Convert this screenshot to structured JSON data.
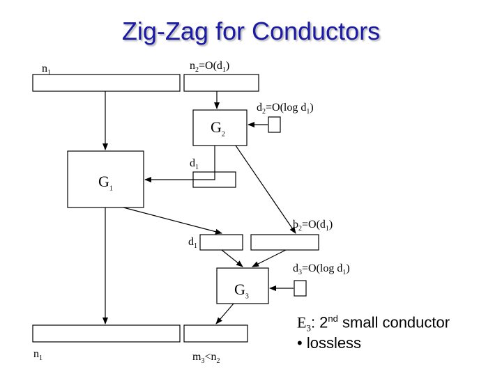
{
  "title": "Zig-Zag for Conductors",
  "labels": {
    "n1_top": {
      "base": "n",
      "sub": "1"
    },
    "n2_eq": {
      "a": "n",
      "a_sub": "2",
      "b": "=O(d",
      "b_sub": "1",
      "c": ")"
    },
    "d2_eq": {
      "a": "d",
      "a_sub": "2",
      "b": "=O(log  d",
      "b_sub": "1",
      "c": ")"
    },
    "G2": {
      "base": "G",
      "sub": "2"
    },
    "d1_mid": {
      "base": "d",
      "sub": "1"
    },
    "G1": {
      "base": "G",
      "sub": "1"
    },
    "b2_eq": {
      "a": "b",
      "a_sub": "2",
      "b": "=O(d",
      "b_sub": "1",
      "c": ")"
    },
    "d1_low": {
      "base": "d",
      "sub": "1"
    },
    "d3_eq": {
      "a": "d",
      "a_sub": "3",
      "b": "=O(log  d",
      "b_sub": "1",
      "c": ")"
    },
    "G3": {
      "base": "G",
      "sub": "3"
    },
    "n1_bottom": {
      "base": "n",
      "sub": "1"
    },
    "m3": {
      "a": "m",
      "a_sub": "3",
      "b": "<n",
      "b_sub": "2"
    }
  },
  "note": {
    "line1_a": "E",
    "line1_sub": "3",
    "line1_b": ": 2",
    "line1_sup": "nd",
    "line1_c": " small conductor",
    "line2": "• lossless"
  }
}
